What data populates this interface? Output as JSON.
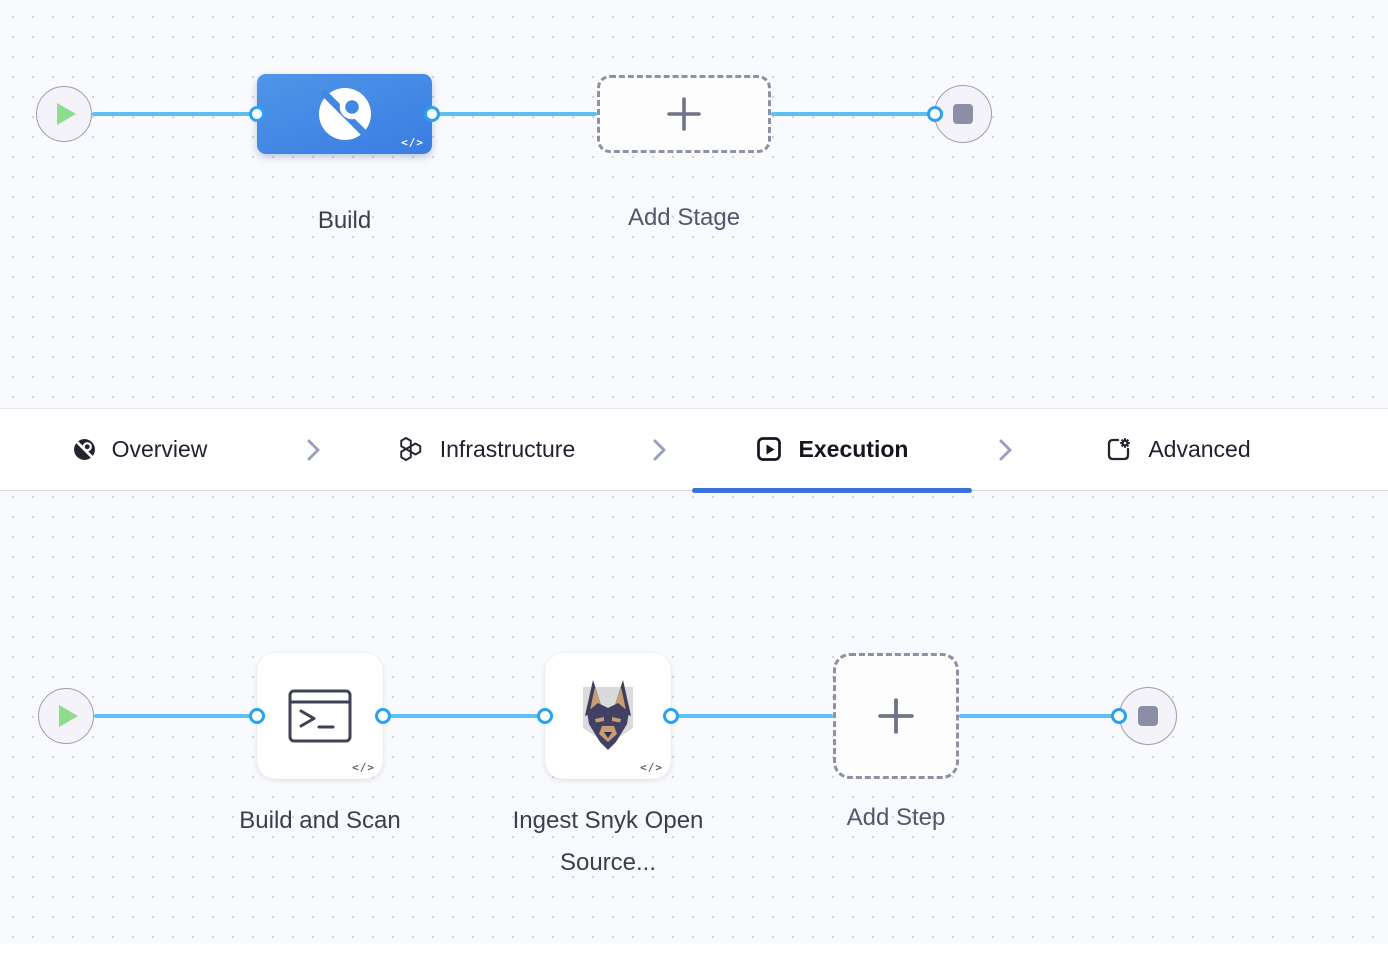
{
  "stage_canvas": {
    "stage": {
      "label": "Build",
      "icon": "ci-build-icon"
    },
    "add_stage": {
      "label": "Add Stage",
      "icon": "plus-icon"
    },
    "start_node_icon": "play-icon",
    "end_node_icon": "stop-icon"
  },
  "tab_bar": {
    "tabs": [
      {
        "label": "Overview",
        "icon": "pipeline-overview-icon",
        "active": false
      },
      {
        "label": "Infrastructure",
        "icon": "infrastructure-icon",
        "active": false
      },
      {
        "label": "Execution",
        "icon": "execution-icon",
        "active": true
      },
      {
        "label": "Advanced",
        "icon": "advanced-icon",
        "active": false
      }
    ],
    "separator_icon": "chevron-right-icon"
  },
  "step_canvas": {
    "step1": {
      "label": "Build and Scan",
      "icon": "shell-script-icon"
    },
    "step2": {
      "label": "Ingest Snyk Open Source...",
      "icon": "snyk-icon"
    },
    "add_step": {
      "label": "Add Step",
      "icon": "plus-icon"
    },
    "start_node_icon": "play-icon",
    "end_node_icon": "stop-icon"
  },
  "code_badge": "</>",
  "colors": {
    "stage_card_blue": "#3f82e3",
    "connector_line_blue": "#5cc0f2",
    "connector_ring_blue": "#2ba1f1",
    "active_tab_underline": "#3b72d4",
    "play_green": "#8edc8e",
    "canvas_background": "#f9fafd"
  }
}
